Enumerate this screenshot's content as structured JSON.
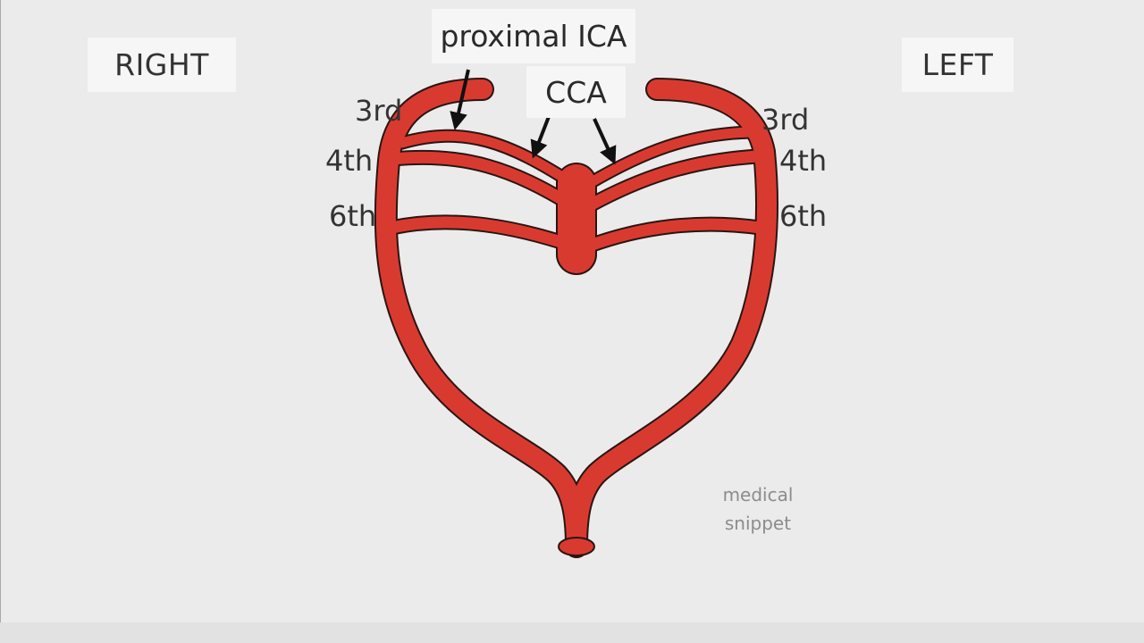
{
  "sides": {
    "right": "RIGHT",
    "left": "LEFT"
  },
  "callouts": {
    "proximal_ica": "proximal ICA",
    "cca": "CCA"
  },
  "arch_labels": {
    "right": [
      "3rd",
      "4th",
      "6th"
    ],
    "left": [
      "3rd",
      "4th",
      "6th"
    ]
  },
  "watermark": {
    "line1": "medical",
    "line2": "snippet"
  },
  "colors": {
    "vessel": "#d93a30",
    "outline": "#2a1512",
    "arrow": "#111111",
    "background": "#ebebeb"
  }
}
